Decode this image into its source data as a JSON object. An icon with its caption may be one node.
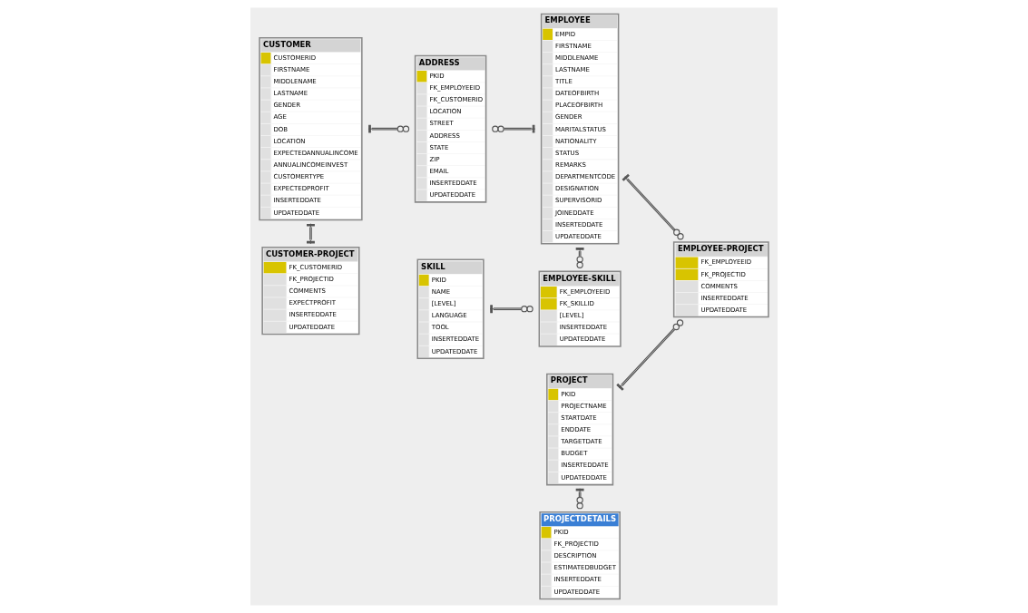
{
  "diagram": {
    "nodes": [
      {
        "text": [
          "CUSTOMER",
          "CUSTOMERID",
          "FIRSTNAME",
          "MIDDLENAME",
          "LASTNAME",
          "GENDER",
          "AGE",
          "DOB",
          "LOCATION",
          "EXPECTEDANNUALINCOME",
          "ANNUALINCOMEINVEST",
          "CUSTOMERTYPE",
          "EXPECTEDPROFIT",
          "INSERTEDDATE",
          "UPDATEDDATE"
        ]
      },
      {
        "text": [
          "ADDRESS",
          "PKID",
          "FK_EMPLOYEEID",
          "FK_CUSTOMERID",
          "LOCATION",
          "STREET",
          "ADDRESS",
          "STATE",
          "ZIP",
          "EMAIL",
          "INSERTEDDATE",
          "UPDATEDDATE"
        ]
      },
      {
        "text": [
          "EMPLOYEE",
          "EMPID",
          "FIRSTNAME",
          "MIDDLENAME",
          "LASTNAME",
          "TITLE",
          "DATEOFBIRTH",
          "PLACEOFBIRTH",
          "GENDER",
          "MARITALSTATUS",
          "NATIONALITY",
          "STATUS",
          "REMARKS",
          "DEPARTMENTCODE",
          "DESIGNATION",
          "SUPERVISORID",
          "JOINEDDATE",
          "INSERTEDDATE",
          "UPDATEDDATE"
        ]
      },
      {
        "text": [
          "EMPLOYEE-PROJECT",
          "FK_EMPLOYEEID",
          "FK_PROJECTID",
          "COMMENTS",
          "INSERTEDDATE",
          "UPDATEDDATE"
        ]
      },
      {
        "text": [
          "PROJECT",
          "PKID",
          "PROJECTNAME",
          "STARTDATE",
          "ENDDATE",
          "TARGETDATE",
          "BUDGET",
          "INSERTEDDATE",
          "UPDATEDDATE"
        ]
      },
      {
        "text": [
          "CUSTOMER-PROJECT",
          "FK_CUSTOMERID",
          "FK_PROJECTID",
          "COMMENTS",
          "EXPECTPROFIT",
          "INSERTEDDATE",
          "UPDATEDDATE"
        ]
      },
      {
        "text": [
          "SKILL",
          "PKID",
          "NAME",
          "[LEVEL]",
          "LANGUAGE",
          "TOOL",
          "INSERTEDDATE",
          "UPDATEDDATE"
        ]
      },
      {
        "text": [
          "EMPLOYEE-SKILL",
          "FK_EMPLOYEEID",
          "FK_SKILLID",
          "[LEVEL]",
          "INSERTEDDATE",
          "UPDATEDDATE"
        ]
      },
      {
        "text": [
          "PROJECTDETAILS",
          "PKID",
          "FK_PROJECTID",
          "DESCRIPTION",
          "ESTIMATEDBUDGET",
          "INSERTEDDATE",
          "UPDATEDDATE"
        ]
      }
    ],
    "edges": [
      {
        "from": 0,
        "to": 1,
        "arrow": "other"
      },
      {
        "from": 2,
        "to": 1,
        "arrow": "other"
      },
      {
        "from": 2,
        "to": 3,
        "arrow": "other"
      },
      {
        "from": 4,
        "to": 3,
        "arrow": "other"
      },
      {
        "from": 0,
        "to": 5,
        "arrow": "other"
      },
      {
        "from": 6,
        "to": 7,
        "arrow": "other"
      },
      {
        "from": 2,
        "to": 7,
        "arrow": "other"
      },
      {
        "from": 4,
        "to": 8,
        "arrow": "other"
      }
    ]
  }
}
